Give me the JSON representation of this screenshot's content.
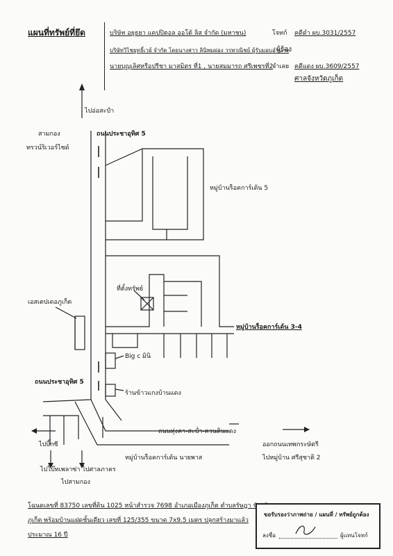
{
  "header": {
    "title": "แผนที่ทรัพย์ที่ยึด",
    "row1": {
      "party": "บริษัท อยุธยา แคปปิตอล ออโต้ ลิส จำกัด (มหาชน)",
      "role": "โจทก์",
      "case": "คดีดำ   ผบ.3031/2557"
    },
    "row2": {
      "party": "บริษัทวิไชยุทธิ์เวย์ จำกัด โดยนางสาว ลินิพมผ่อง วรพวณิชย์ ผู้รับมอบอำนาจ",
      "role": "ผู้ร้อง"
    },
    "row3": {
      "party": "นายบุญเลิศหรือปรีชา มาสมิตร ที่1 , นายสมมารถ ศรีเพชรที่2",
      "role": "จำเลย",
      "case": "คดีแดง ผบ.3609/2557"
    },
    "court": "ศาลจังหวัดภูเก็ต"
  },
  "map": {
    "to_lo_sapa": "ไปอ่อสะปำ",
    "sam_kong": "สามกอง",
    "tawan": "ทรวน์ริเวอร์ไซด์",
    "road_top": "ถนนประชาอุทิศ 5",
    "village5": "หมู่บ้านร็อคการ์เด้น 5",
    "esso": "เอสเตปเดอภูเก็ต",
    "property": "ที่ตั้งทรัพย์",
    "village34": "หมู่บ้านร็อคการ์เด้น 3-4",
    "bigc": "Big c มินิ",
    "road_bottom": "ถนนประชาอุทิศ 5",
    "restaurant": "ร้านข้าวแกงบ้านแดง",
    "road_main": "ถนนทุ่งคา-สะป่ำ-ควนดินแดง",
    "to_exit_line1": "ออกถนนเทพกระษัตรี",
    "to_exit_line2": "ไปหมู่บ้าน ศรีสุชาติ 2",
    "village_napat": "หมู่บ้านร็อคการ์เด้น นายพาส",
    "to_big_c": "ไปบิ๊กซี",
    "to_bus_line1": "ไปโบ๊ทเพลาซ่า  ไปศาลภาคร",
    "to_bus_line2": "ไปสามกอง"
  },
  "footer": {
    "line1": "โฉนดเลขที่ 83750 เลขที่ดิน 1025 หน้าสำรวจ 7698 อำเภอเมืองภูเก็ต ตำบลรัษฎา จังหวัด",
    "line2": "ภูเก็ต พร้อมบ้านแฝดชั้นเดียว เลขที่ 125/355 ขนาด 7x9.5 เมตร ปลูกสร้างมาแล้ว",
    "line3": "ประมาณ 16 ปี"
  },
  "stamp": {
    "heading": "ขอรับรองว่าภาพถ่าย / แผนที่ / ทรัพย์ถูกต้อง",
    "sign_label": "ลงชื่อ",
    "role_label": "ผู้แทนโจทก์"
  }
}
